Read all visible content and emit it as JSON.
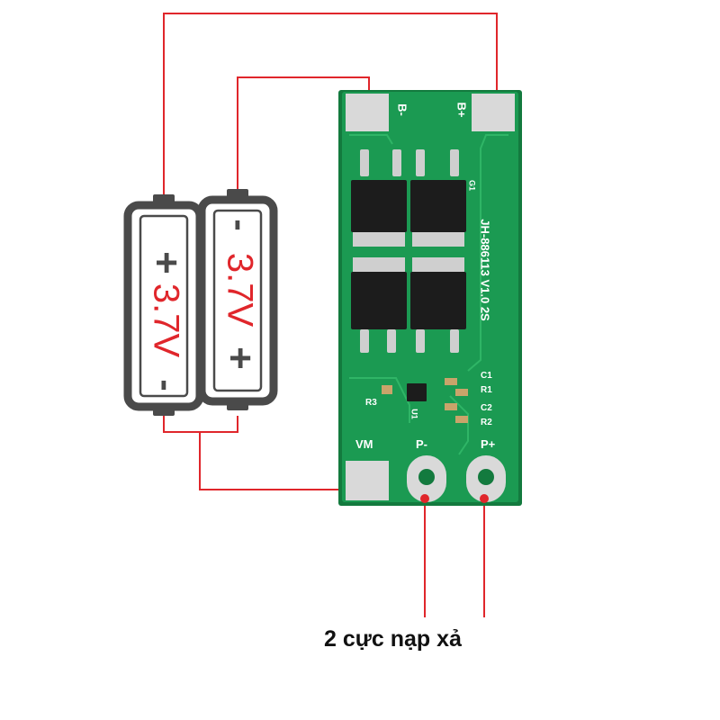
{
  "colors": {
    "wire": "#e0262b",
    "board": "#1b9a52",
    "board_dark": "#137a3e",
    "pad": "#d9d9d9",
    "battery_outline": "#4a4a4a",
    "battery_text": "#e0262b"
  },
  "board": {
    "pad_labels": {
      "b_minus": "B-",
      "b_plus": "B+",
      "vm": "VM",
      "p_minus": "P-",
      "p_plus": "P+"
    },
    "silkscreen": {
      "model": "JH-886113 V1.0 2S",
      "c1": "C1",
      "r1": "R1",
      "c2": "C2",
      "r2": "R2",
      "r3": "R3",
      "u1": "U1",
      "g1": "G1"
    }
  },
  "batteries": [
    {
      "voltage": "3.7V",
      "top_sign": "+",
      "bottom_sign": "-"
    },
    {
      "voltage": "3.7V",
      "top_sign": "-",
      "bottom_sign": "+"
    }
  ],
  "caption": "2 cực nạp xả"
}
